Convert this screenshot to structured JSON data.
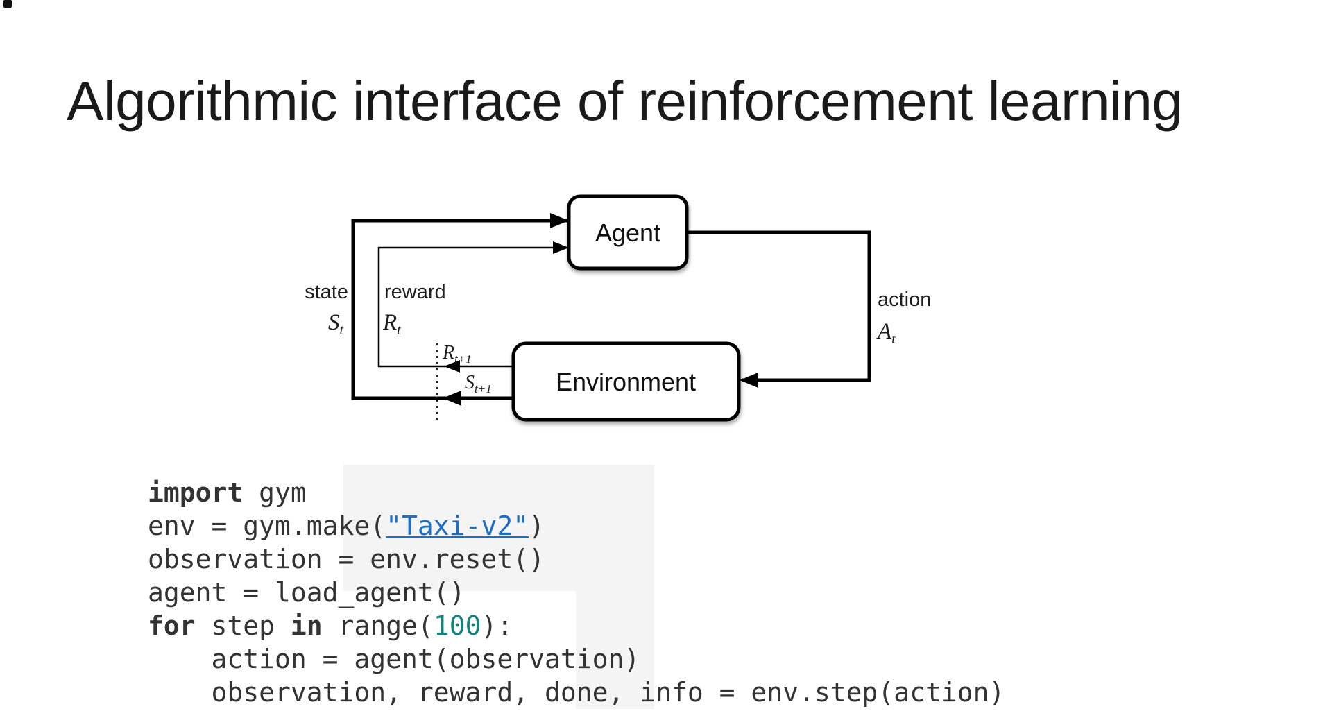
{
  "slide": {
    "title": "Algorithmic interface of reinforcement learning"
  },
  "diagram": {
    "agent_label": "Agent",
    "environment_label": "Environment",
    "state": {
      "label": "state",
      "symbol": "S",
      "sub": "t"
    },
    "reward": {
      "label": "reward",
      "symbol": "R",
      "sub": "t"
    },
    "action": {
      "label": "action",
      "symbol": "A",
      "sub": "t"
    },
    "next_reward": {
      "symbol": "R",
      "sub": "t+1"
    },
    "next_state": {
      "symbol": "S",
      "sub": "t+1"
    }
  },
  "code": {
    "lines": [
      [
        {
          "t": "import",
          "s": "kw"
        },
        {
          "t": " gym",
          "s": "plain"
        }
      ],
      [
        {
          "t": "env = gym.make(",
          "s": "plain"
        },
        {
          "t": "\"Taxi-v2\"",
          "s": "link"
        },
        {
          "t": ")",
          "s": "plain"
        }
      ],
      [
        {
          "t": "observation = env.reset()",
          "s": "plain"
        }
      ],
      [
        {
          "t": "agent = load_agent()",
          "s": "plain"
        }
      ],
      [
        {
          "t": "for",
          "s": "kw"
        },
        {
          "t": " step ",
          "s": "plain"
        },
        {
          "t": "in",
          "s": "kw"
        },
        {
          "t": " range(",
          "s": "plain"
        },
        {
          "t": "100",
          "s": "num"
        },
        {
          "t": "):",
          "s": "plain"
        }
      ],
      [
        {
          "t": "    action = agent(observation)",
          "s": "plain"
        }
      ],
      [
        {
          "t": "    observation, reward, done, info = env.step(action)",
          "s": "plain"
        }
      ]
    ]
  },
  "colors": {
    "title-text": "#1a1a1a",
    "code-text": "#333333",
    "code-link": "#1c6fc5",
    "code-number": "#13837b",
    "diagram-line": "#000000"
  }
}
